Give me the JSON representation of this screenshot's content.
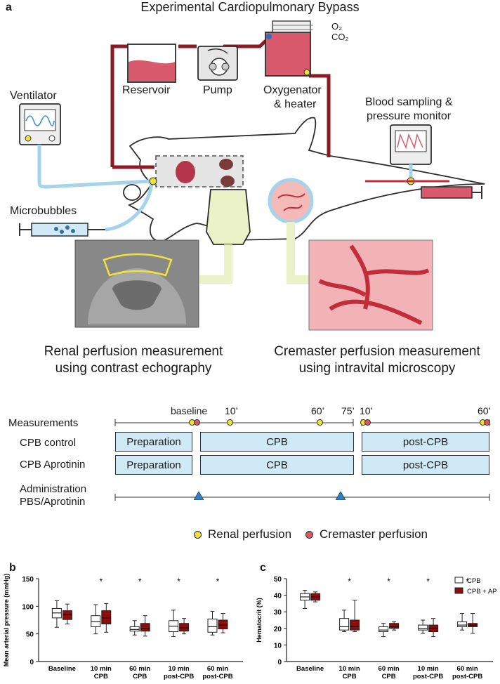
{
  "panel_a": {
    "letter": "a",
    "title": "Experimental Cardiopulmonary Bypass",
    "components": {
      "reservoir": "Reservoir",
      "pump": "Pump",
      "oxygenator": "Oxygenator",
      "heater": "& heater",
      "o2": "O₂",
      "co2": "CO₂",
      "ventilator": "Ventilator",
      "microbubbles": "Microbubbles",
      "blood_sampling": "Blood sampling &",
      "pressure_monitor": "pressure monitor"
    },
    "captions": {
      "renal_1": "Renal perfusion measurement",
      "renal_2": "using contrast echography",
      "cremaster_1": "Cremaster perfusion measurement",
      "cremaster_2": "using intravital microscopy"
    },
    "timeline": {
      "rows": {
        "measurements": "Measurements",
        "cpb_control": "CPB control",
        "cpb_aprotinin": "CPB Aprotinin",
        "administration_1": "Administration",
        "administration_2": "PBS/Aprotinin"
      },
      "time_labels": {
        "baseline": "baseline",
        "t10": "10’",
        "t60": "60’",
        "t75": "75’",
        "post10": "10’",
        "post60": "60’"
      },
      "phases": {
        "preparation": "Preparation",
        "cpb": "CPB",
        "post_cpb": "post-CPB"
      },
      "legend": {
        "renal": "Renal perfusion",
        "cremaster": "Cremaster perfusion"
      },
      "colors": {
        "renal": "#f1e23b",
        "cremaster": "#d75a63",
        "phase_box": "#cfe9f7",
        "admin_marker": "#2f7fc1"
      }
    }
  },
  "chart_data": [
    {
      "panel": "b",
      "type": "box",
      "ylabel": "Mean arterial pressure (mmHg)",
      "ylim": [
        0,
        150
      ],
      "yticks": [
        0,
        50,
        100,
        150
      ],
      "categories": [
        [
          "Baseline"
        ],
        [
          "10 min",
          "CPB"
        ],
        [
          "60 min",
          "CPB"
        ],
        [
          "10 min",
          "post-CPB"
        ],
        [
          "60 min",
          "post-CPB"
        ]
      ],
      "significance": [
        "",
        "*",
        "*",
        "*",
        "*"
      ],
      "series": [
        {
          "name": "CPB",
          "color": "#ffffff",
          "boxes": [
            [
              62,
              79,
              88,
              96,
              110
            ],
            [
              50,
              63,
              72,
              83,
              103
            ],
            [
              48,
              55,
              58,
              63,
              74
            ],
            [
              45,
              54,
              64,
              74,
              93
            ],
            [
              48,
              53,
              63,
              77,
              91
            ]
          ]
        },
        {
          "name": "CPB + AP",
          "color": "#8b0d0d",
          "boxes": [
            [
              68,
              76,
              85,
              92,
              104
            ],
            [
              53,
              68,
              79,
              92,
              105
            ],
            [
              46,
              55,
              60,
              69,
              83
            ],
            [
              50,
              55,
              61,
              69,
              78
            ],
            [
              52,
              59,
              66,
              75,
              87
            ]
          ]
        }
      ]
    },
    {
      "panel": "c",
      "type": "box",
      "ylabel": "Hematocrit (%)",
      "ylim": [
        0,
        50
      ],
      "yticks": [
        0,
        10,
        20,
        30,
        40,
        50
      ],
      "categories": [
        [
          "Baseline"
        ],
        [
          "10 min",
          "CPB"
        ],
        [
          "60 min",
          "CPB"
        ],
        [
          "10 min",
          "post-CPB"
        ],
        [
          "60 min",
          "post-CPB"
        ]
      ],
      "significance": [
        "",
        "*",
        "*",
        "*",
        "*"
      ],
      "legend": [
        "CPB",
        "CPB + AP"
      ],
      "series": [
        {
          "name": "CPB",
          "color": "#ffffff",
          "boxes": [
            [
              32,
              37,
              39,
              41,
              43
            ],
            [
              18,
              19,
              21,
              26,
              31
            ],
            [
              15,
              18,
              19,
              21,
              23
            ],
            [
              17,
              19,
              20,
              22,
              25
            ],
            [
              19,
              21,
              22,
              24,
              29
            ]
          ]
        },
        {
          "name": "CPB + AP",
          "color": "#8b0d0d",
          "boxes": [
            [
              36,
              37,
              39,
              41,
              42
            ],
            [
              18,
              19,
              21,
              25,
              37
            ],
            [
              19,
              20,
              21,
              23,
              24
            ],
            [
              15,
              18,
              20,
              22,
              26
            ],
            [
              17,
              21,
              22,
              23,
              29
            ]
          ]
        }
      ]
    }
  ]
}
